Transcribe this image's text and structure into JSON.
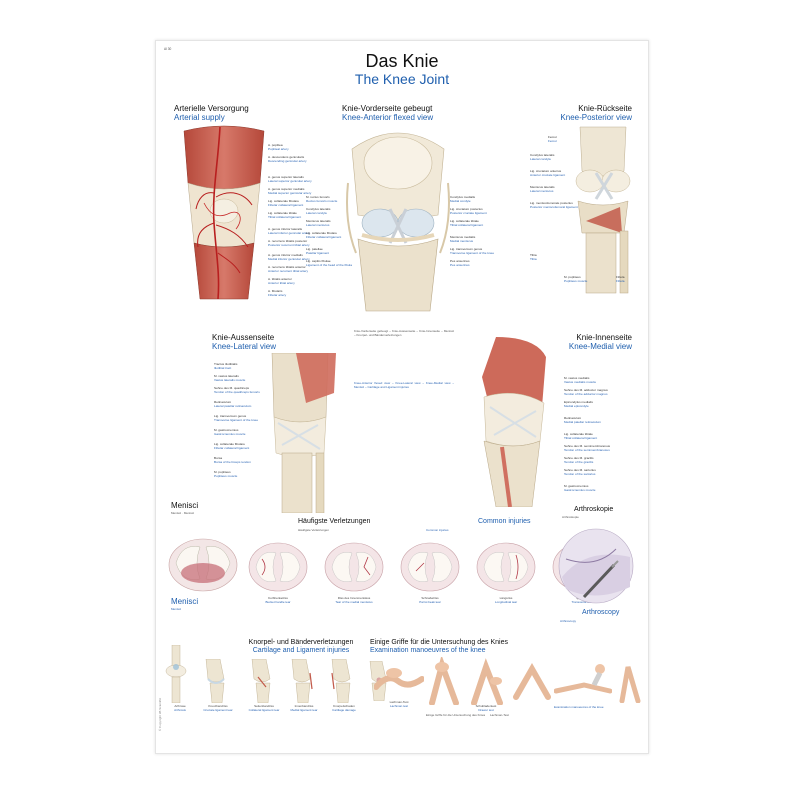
{
  "header": {
    "catalog_no": "Al 30",
    "title_de": "Das Knie",
    "title_en": "The Knee Joint"
  },
  "sections": {
    "arterial": {
      "title_de": "Arterielle Versorgung",
      "title_en": "Arterial supply"
    },
    "anterior": {
      "title_de": "Knie-Vorderseite gebeugt",
      "title_en": "Knee-Anterior flexed view"
    },
    "posterior": {
      "title_de": "Knie-Rückseite",
      "title_en": "Knee-Posterior view"
    },
    "lateral": {
      "title_de": "Knie-Aussenseite",
      "title_en": "Knee-Lateral view"
    },
    "medial": {
      "title_de": "Knie-Innenseite",
      "title_en": "Knee-Medial view"
    },
    "menisci": {
      "title_de": "Menisci",
      "title_en": "Menisci"
    },
    "injuries": {
      "title_de": "Häufigste Verletzungen",
      "title_en": "Common injuries"
    },
    "arthroscopy": {
      "title_de": "Arthroskopie",
      "title_en": "Arthroscopy"
    },
    "cartilage": {
      "title_de": "Knorpel- und Bänderverletzungen",
      "title_en": "Cartilage and Ligament injuries"
    },
    "exam": {
      "title_de": "Einige Griffe für die Untersuchung des Knies",
      "title_en": "Examination manoeuvres of the knee"
    }
  },
  "labels": {
    "arterial": [
      {
        "de": "A. poplitea",
        "en": "Popliteal artery"
      },
      {
        "de": "A. descendens genicularis",
        "en": "Descending genicular artery"
      },
      {
        "de": "A. genus superior lateralis",
        "en": "Lateral superior genicular artery"
      },
      {
        "de": "A. genus superior medialis",
        "en": "Medial superior genicular artery"
      },
      {
        "de": "Lig. collaterale fibulare",
        "en": "Fibular collateral ligament"
      },
      {
        "de": "Lig. collaterale tibiale",
        "en": "Tibial collateral ligament"
      },
      {
        "de": "A. genus inferior lateralis",
        "en": "Lateral inferior genicular artery"
      },
      {
        "de": "A. recurrens tibialis posterior",
        "en": "Posterior recurrent tibial artery"
      },
      {
        "de": "A. genus inferior medialis",
        "en": "Medial inferior genicular artery"
      },
      {
        "de": "A. recurrens tibialis anterior",
        "en": "Anterior recurrent tibial artery"
      },
      {
        "de": "A. tibialis anterior",
        "en": "Anterior tibial artery"
      },
      {
        "de": "A. fibularis",
        "en": "Fibular artery"
      }
    ],
    "anterior_left": [
      {
        "de": "M. rectus femoris",
        "en": "Rectus femoris muscle"
      },
      {
        "de": "Condylus lateralis",
        "en": "Lateral condyle"
      },
      {
        "de": "Meniscus lateralis",
        "en": "Lateral meniscus"
      },
      {
        "de": "Lig. collaterale fibulare",
        "en": "Fibular collateral ligament"
      },
      {
        "de": "Lig. patellae",
        "en": "Patellar ligament"
      },
      {
        "de": "Lig. capitis fibulae",
        "en": "Ligament of the head of the fibula"
      }
    ],
    "anterior_right": [
      {
        "de": "Condylus medialis",
        "en": "Medial condyle"
      },
      {
        "de": "Lig. cruciatum posterius",
        "en": "Posterior cruciate ligament"
      },
      {
        "de": "Lig. collaterale tibiale",
        "en": "Tibial collateral ligament"
      },
      {
        "de": "Meniscus medialis",
        "en": "Medial meniscus"
      },
      {
        "de": "Lig. transversum genus",
        "en": "Transverse ligament of the knee"
      },
      {
        "de": "Pes anserinus",
        "en": "Pes anserinus"
      }
    ],
    "posterior_left": [
      {
        "de": "Femur",
        "en": "Femur"
      },
      {
        "de": "Condylus lateralis",
        "en": "Lateral condyle"
      },
      {
        "de": "Lig. cruciatum anterius",
        "en": "Anterior cruciate ligament"
      },
      {
        "de": "Meniscus lateralis",
        "en": "Lateral meniscus"
      },
      {
        "de": "Lig. meniscofemorale posterius",
        "en": "Posterior meniscofemoral ligament"
      },
      {
        "de": "Tibia",
        "en": "Tibia"
      }
    ],
    "posterior_bottom": [
      {
        "de": "M. popliteus",
        "en": "Popliteus muscle"
      },
      {
        "de": "Fibula",
        "en": "Fibula"
      }
    ],
    "lateral": [
      {
        "de": "Tractus iliotibialis",
        "en": "Iliotibial tract"
      },
      {
        "de": "M. vastus lateralis",
        "en": "Vastus lateralis muscle"
      },
      {
        "de": "Sehne des M. quadriceps",
        "en": "Tendon of the quadriceps femoris"
      },
      {
        "de": "Retinaculum",
        "en": "Lateral patellar retinaculum"
      },
      {
        "de": "Lig. transversum genus",
        "en": "Transverse ligament of the knee"
      },
      {
        "de": "M. gastrocnemius",
        "en": "Gastrocnemius muscle"
      },
      {
        "de": "Lig. collaterale fibulare",
        "en": "Fibular collateral ligament"
      },
      {
        "de": "Bursa",
        "en": "Bursa of the biceps tendon"
      },
      {
        "de": "M. popliteus",
        "en": "Popliteus muscle"
      }
    ],
    "medial": [
      {
        "de": "M. vastus medialis",
        "en": "Vastus medialis muscle"
      },
      {
        "de": "Sehne des M. adductor magnus",
        "en": "Tendon of the adductor magnus"
      },
      {
        "de": "Epicondylus medialis",
        "en": "Medial epicondyle"
      },
      {
        "de": "Retinaculum",
        "en": "Medial patellar retinaculum"
      },
      {
        "de": "Lig. collaterale tibiale",
        "en": "Tibial collateral ligament"
      },
      {
        "de": "Sehne des M. semimembranosus",
        "en": "Tendon of the semimembranosus"
      },
      {
        "de": "Sehne des M. gracilis",
        "en": "Tendon of the gracilis"
      },
      {
        "de": "Sehne des M. sartorius",
        "en": "Tendon of the sartorius"
      },
      {
        "de": "M. gastrocnemius",
        "en": "Gastrocnemius muscle"
      }
    ]
  },
  "injury_captions": [
    {
      "de": "Korbhenkelriss",
      "en": "Bucket handle tear"
    },
    {
      "de": "Riss des Innenmeniskus",
      "en": "Tear of the medial meniscus"
    },
    {
      "de": "Schnabelriss",
      "en": "Parrot beak tear"
    },
    {
      "de": "Längsriss",
      "en": "Longitudinal tear"
    },
    {
      "de": "Querriss",
      "en": "Transverse tear"
    }
  ],
  "cartilage_captions": [
    {
      "de": "Arthrose",
      "en": "Arthrosis"
    },
    {
      "de": "Kreuzbandriss",
      "en": "Cruciate ligament tear"
    },
    {
      "de": "Seitenbandriss",
      "en": "Collateral ligament tear"
    },
    {
      "de": "Innenbandriss",
      "en": "Medial ligament tear"
    },
    {
      "de": "Knorpelschaden",
      "en": "Cartilage damage"
    }
  ],
  "exam_captions": [
    {
      "de": "Lachman-Test",
      "en": "Lachman test"
    },
    {
      "de": "Schubladentest",
      "en": "Drawer test"
    }
  ],
  "footer": {
    "copyright": "© Copyright 3B Scientific"
  },
  "colors": {
    "heading_blue": "#1f5fae",
    "muscle": "#c25a4a",
    "bone": "#ece6d6",
    "artery": "#b81f1f",
    "cartilage": "#d6e4ec"
  }
}
